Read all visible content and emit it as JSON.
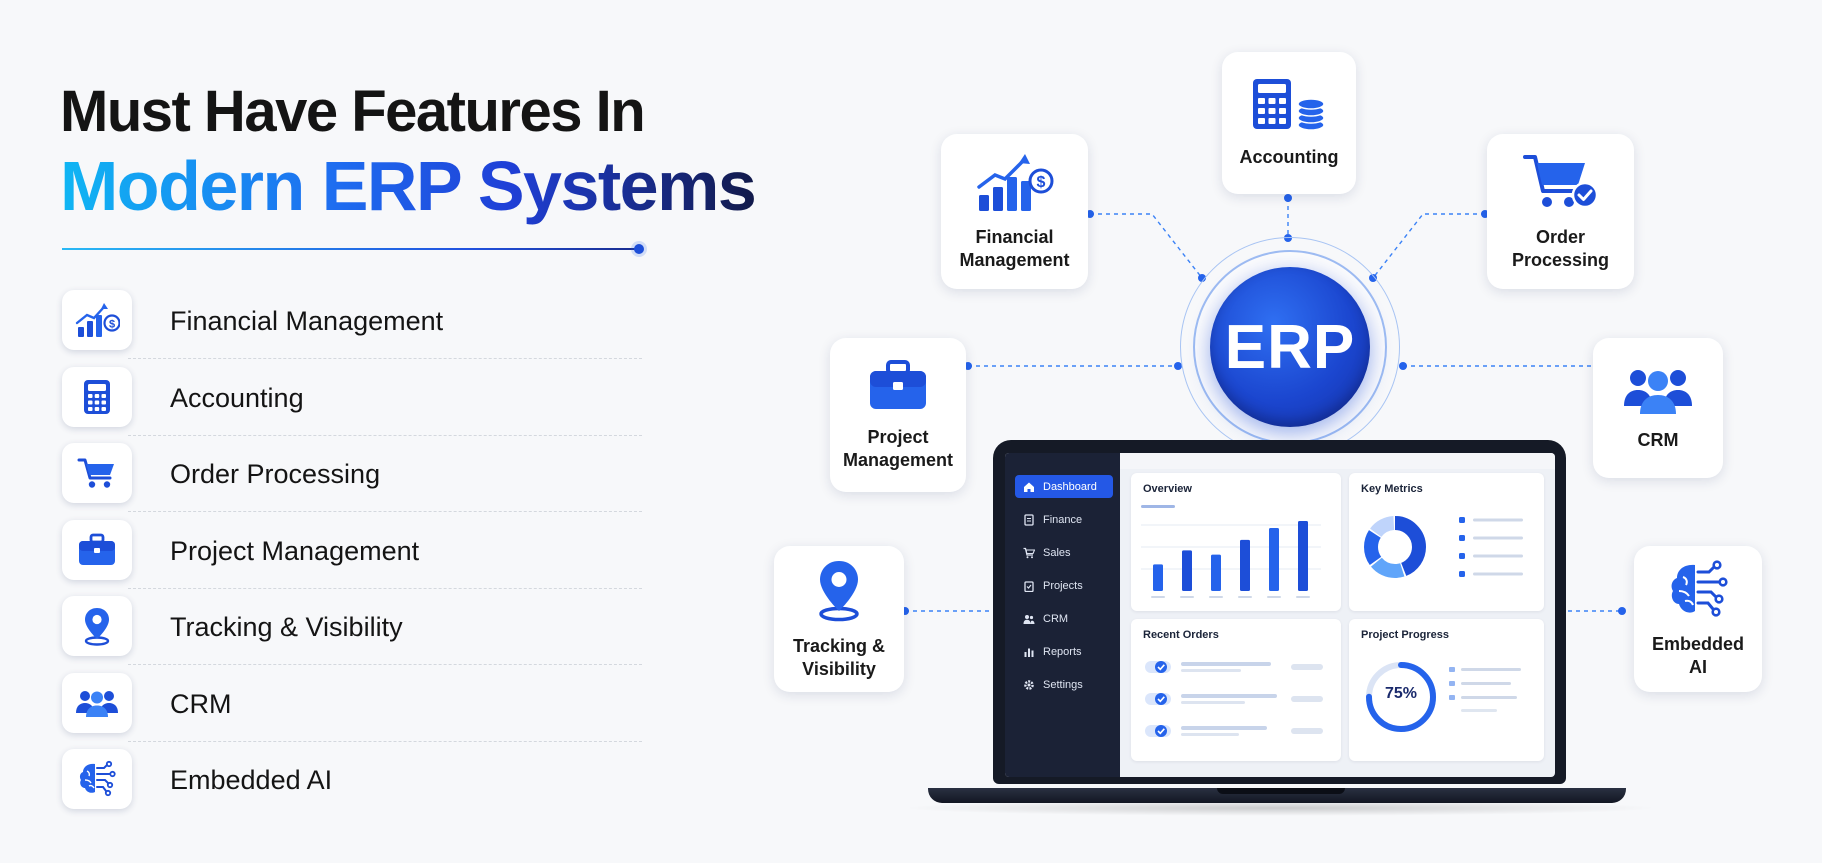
{
  "title": {
    "line1": "Must Have Features In",
    "line2": "Modern ERP Systems"
  },
  "features": [
    {
      "label": "Financial Management",
      "icon": "financial-chart-icon"
    },
    {
      "label": "Accounting",
      "icon": "calculator-icon"
    },
    {
      "label": "Order Processing",
      "icon": "shopping-cart-icon"
    },
    {
      "label": "Project Management",
      "icon": "briefcase-icon"
    },
    {
      "label": "Tracking & Visibility",
      "icon": "location-pin-icon"
    },
    {
      "label": "CRM",
      "icon": "people-icon"
    },
    {
      "label": "Embedded AI",
      "icon": "ai-brain-icon"
    }
  ],
  "diagram": {
    "center_label": "ERP",
    "nodes": {
      "financial": "Financial\nManagement",
      "accounting": "Accounting",
      "order": "Order\nProcessing",
      "project": "Project\nManagement",
      "crm": "CRM",
      "tracking": "Tracking &\nVisibility",
      "ai": "Embedded\nAI"
    }
  },
  "dashboard": {
    "menu": [
      "Dashboard",
      "Finance",
      "Sales",
      "Projects",
      "CRM",
      "Reports",
      "Settings"
    ],
    "active_menu": "Dashboard",
    "panels": {
      "overview": "Overview",
      "key_metrics": "Key Metrics",
      "recent_orders": "Recent Orders",
      "project_progress": "Project Progress"
    },
    "overview_bars": [
      0.38,
      0.58,
      0.52,
      0.73,
      0.9,
      1.0
    ],
    "donut_segments": [
      0.45,
      0.2,
      0.2,
      0.15
    ],
    "progress_label": "75%",
    "progress_value": 0.75
  },
  "colors": {
    "primary": "#1d4ed8",
    "accent": "#2563eb",
    "cyan": "#10b6f3",
    "dark": "#151a26"
  }
}
